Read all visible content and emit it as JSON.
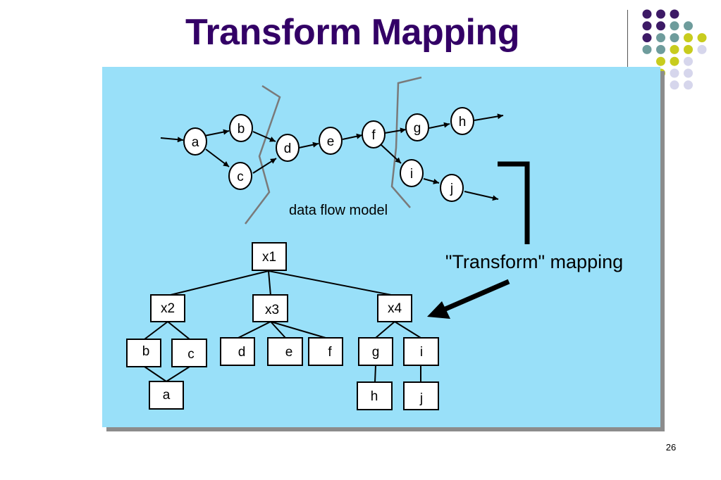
{
  "slide": {
    "title": "Transform Mapping",
    "page_number": "26"
  },
  "colors": {
    "title": "#330066",
    "panel": "#99e0f9",
    "panel_shadow": "#8c8c8c",
    "dot_purple": "#3d1a66",
    "dot_teal": "#6e9c9c",
    "dot_yellow": "#c8cc1e",
    "dot_lavender": "#d6d6ec"
  },
  "diagram": {
    "caption": "data flow model",
    "mapping_label": "\"Transform\" mapping",
    "flow_nodes": [
      "a",
      "b",
      "c",
      "d",
      "e",
      "f",
      "g",
      "h",
      "i",
      "j"
    ],
    "tree_nodes": [
      "x1",
      "x2",
      "x3",
      "x4",
      "b",
      "c",
      "a",
      "d",
      "e",
      "f",
      "g",
      "i",
      "h",
      "j"
    ]
  }
}
